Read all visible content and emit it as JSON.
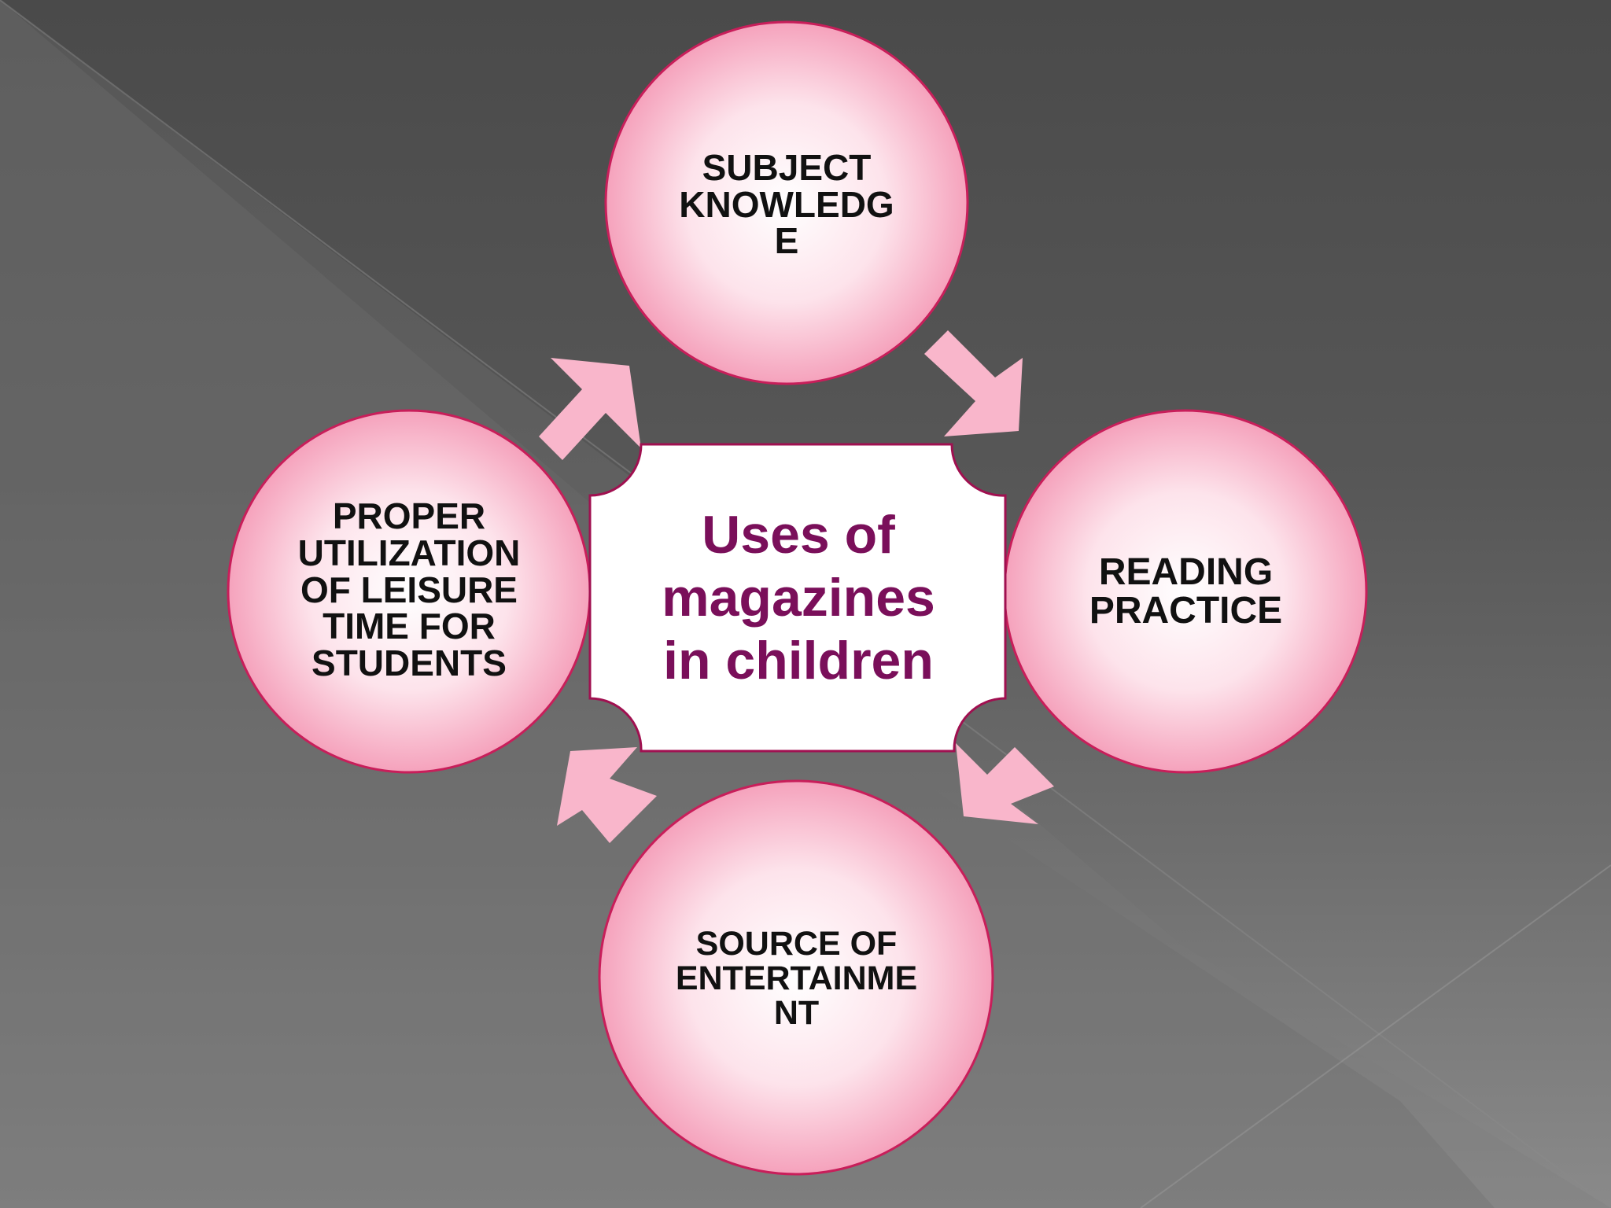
{
  "slide": {
    "center_title": "Uses of\nmagazines\nin children",
    "nodes": [
      {
        "id": "top",
        "label": "SUBJECT\nKNOWLEDG\nE"
      },
      {
        "id": "right",
        "label": "READING\nPRACTICE"
      },
      {
        "id": "bottom",
        "label": "SOURCE OF\nENTERTAINME\nNT"
      },
      {
        "id": "left",
        "label": "PROPER\nUTILIZATION\nOF LEISURE\nTIME FOR\nSTUDENTS"
      }
    ]
  },
  "colors": {
    "circle_fill_center": "#ffffff",
    "circle_fill_edge": "#f7a7bf",
    "circle_stroke": "#c81e5a",
    "arrow_fill": "#f9b6cb",
    "center_text": "#7a0f5a",
    "node_text": "#111111",
    "center_box_stroke": "#a01050"
  }
}
